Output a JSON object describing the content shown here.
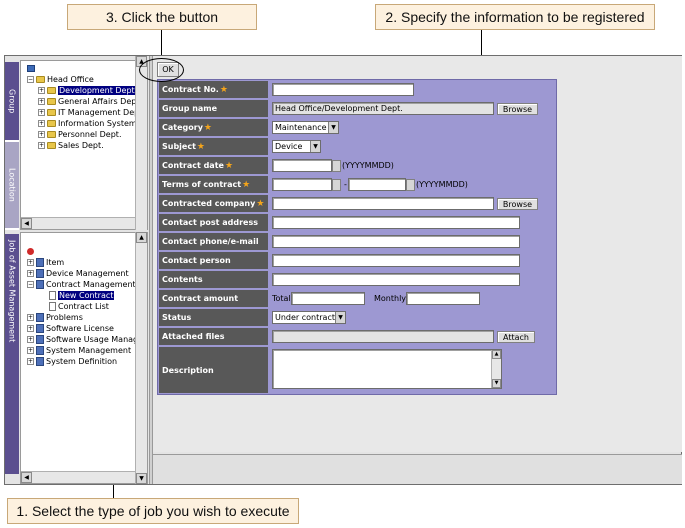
{
  "callouts": {
    "click_button": "3. Click the button",
    "specify_info": "2. Specify the information to be registered",
    "select_job": "1. Select the type of job you wish to execute"
  },
  "left_panel": {
    "tabs": {
      "group": "Group",
      "location": "Location",
      "job": "Job of Asset Management"
    },
    "group_tree": [
      {
        "label": "Head Office",
        "level": 0,
        "icon": "folder-icon"
      },
      {
        "label": "Development Dept.",
        "level": 1,
        "icon": "folder-icon",
        "selected": true
      },
      {
        "label": "General Affairs Dep",
        "level": 1,
        "icon": "folder-icon"
      },
      {
        "label": "IT Management Dep",
        "level": 1,
        "icon": "folder-icon"
      },
      {
        "label": "Information System",
        "level": 1,
        "icon": "folder-icon"
      },
      {
        "label": "Personnel Dept.",
        "level": 1,
        "icon": "folder-icon"
      },
      {
        "label": "Sales Dept.",
        "level": 1,
        "icon": "folder-icon"
      }
    ],
    "job_tree": [
      {
        "label": "Item",
        "level": 0,
        "icon": "book-icon"
      },
      {
        "label": "Device Management",
        "level": 0,
        "icon": "book-icon"
      },
      {
        "label": "Contract Management",
        "level": 0,
        "icon": "book-icon"
      },
      {
        "label": "New Contract",
        "level": 1,
        "icon": "document-icon",
        "selected": true
      },
      {
        "label": "Contract List",
        "level": 1,
        "icon": "document-icon"
      },
      {
        "label": "Problems",
        "level": 0,
        "icon": "book-icon"
      },
      {
        "label": "Software License",
        "level": 0,
        "icon": "book-icon"
      },
      {
        "label": "Software Usage Manag",
        "level": 0,
        "icon": "book-icon"
      },
      {
        "label": "System Management",
        "level": 0,
        "icon": "book-icon"
      },
      {
        "label": "System Definition",
        "level": 0,
        "icon": "book-icon"
      }
    ]
  },
  "main": {
    "ok_label": "OK",
    "form": {
      "contract_no": {
        "label": "Contract No.",
        "value": ""
      },
      "group_name": {
        "label": "Group name",
        "value": "Head Office/Development Dept.",
        "browse": "Browse"
      },
      "category": {
        "label": "Category",
        "value": "Maintenance"
      },
      "subject": {
        "label": "Subject",
        "value": "Device"
      },
      "contract_date": {
        "label": "Contract date",
        "value": "",
        "hint": "(YYYYMMDD)"
      },
      "terms": {
        "label": "Terms of contract",
        "from": "",
        "to": "",
        "sep": "-",
        "hint": "(YYYYMMDD)"
      },
      "company": {
        "label": "Contracted company",
        "value": "",
        "browse": "Browse"
      },
      "post_address": {
        "label": "Contact post address",
        "value": ""
      },
      "phone": {
        "label": "Contact phone/e-mail",
        "value": ""
      },
      "person": {
        "label": "Contact person",
        "value": ""
      },
      "contents": {
        "label": "Contents",
        "value": ""
      },
      "amount": {
        "label": "Contract amount",
        "total_label": "Total",
        "total": "",
        "monthly_label": "Monthly",
        "monthly": ""
      },
      "status": {
        "label": "Status",
        "value": "Under contract"
      },
      "attached": {
        "label": "Attached files",
        "value": "",
        "attach": "Attach"
      },
      "description": {
        "label": "Description",
        "value": ""
      }
    }
  },
  "colors": {
    "form_bg": "#9d98d2",
    "label_bg": "#585858",
    "required_star": "#f5a51b",
    "selection": "#000080",
    "callout_bg": "#fdf1df"
  }
}
